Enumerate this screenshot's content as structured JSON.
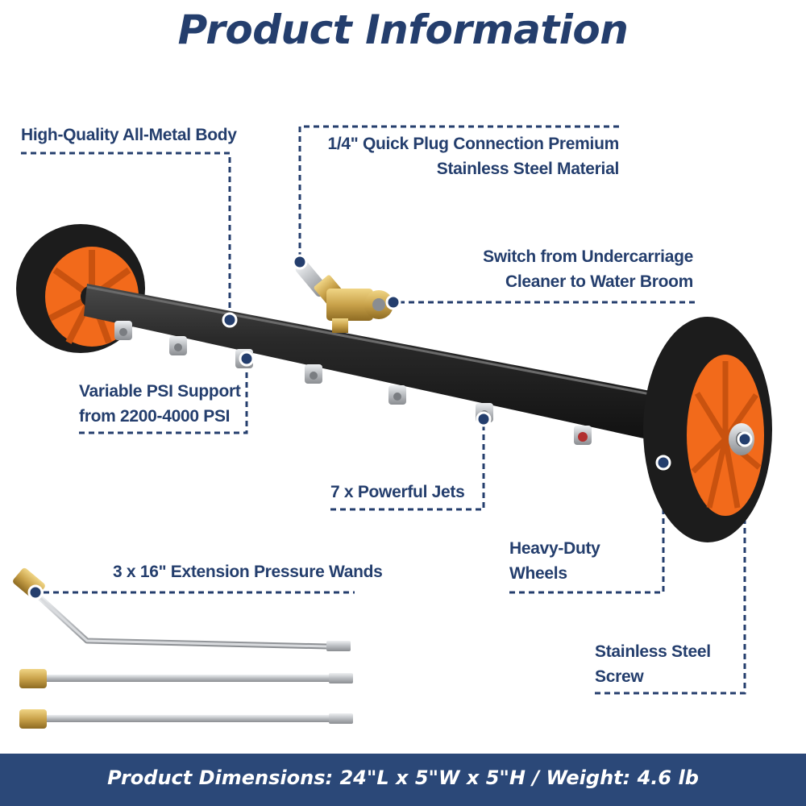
{
  "title": "Product Information",
  "callouts": {
    "body": "High-Quality All-Metal Body",
    "quick_plug": [
      "1/4\" Quick Plug Connection Premium",
      "Stainless Steel Material"
    ],
    "switch": [
      "Switch from Undercarriage",
      "Cleaner to Water Broom"
    ],
    "psi": [
      "Variable PSI Support",
      "from 2200-4000 PSI"
    ],
    "jets": "7 x Powerful Jets",
    "wheels": [
      "Heavy-Duty",
      "Wheels"
    ],
    "wands": "3 x 16\" Extension Pressure Wands",
    "screw": [
      "Stainless Steel",
      "Screw"
    ]
  },
  "footer": {
    "dimensions": "Product Dimensions: 24\"L x 5\"W x 5\"H / Weight: 4.6 lb"
  },
  "colors": {
    "navy": "#243e6d",
    "footer_bg": "#2b4878",
    "wheel_rubber": "#1c1c1c",
    "hub_orange": "#f26a1b",
    "brass": "#c9a24a",
    "steel": "#c4c7cb",
    "bar": "#232323"
  }
}
